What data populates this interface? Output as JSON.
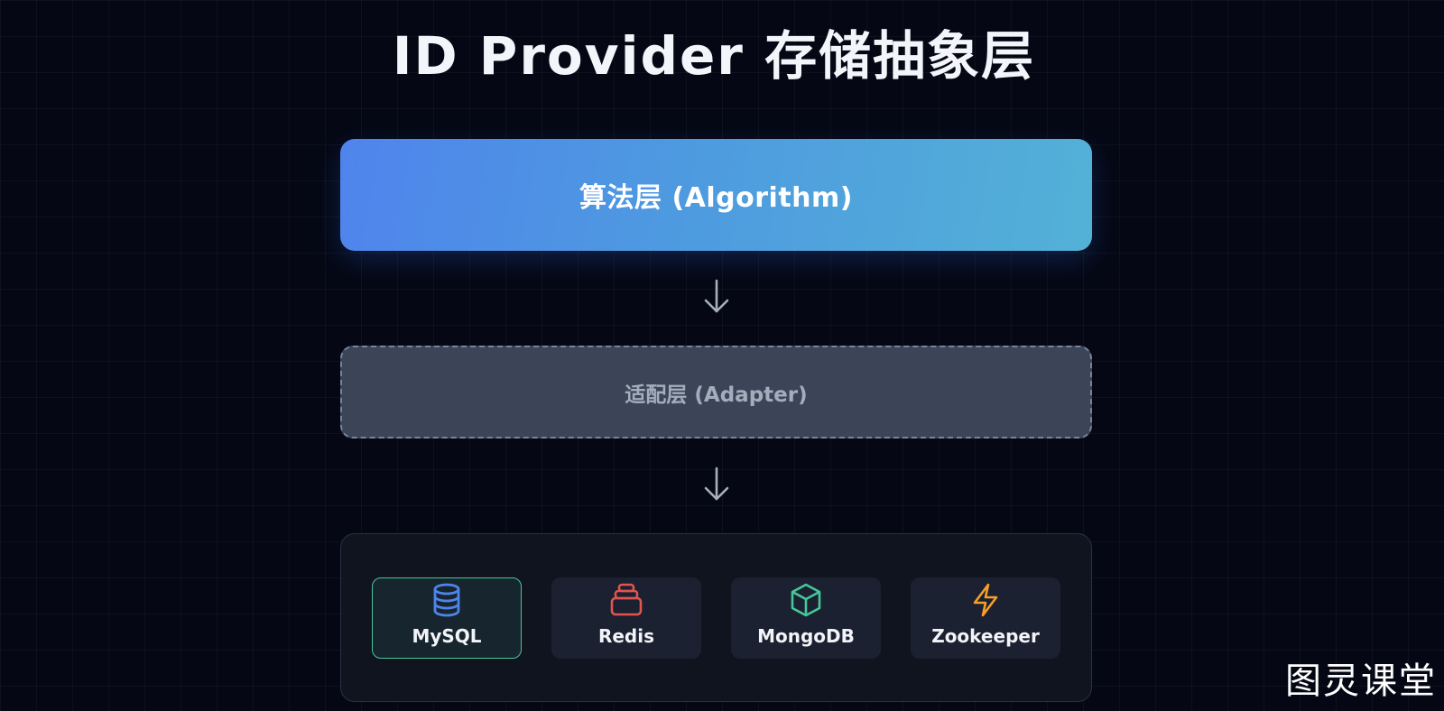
{
  "title": "ID Provider 存储抽象层",
  "layers": {
    "algorithm": "算法层 (Algorithm)",
    "adapter": "适配层 (Adapter)"
  },
  "storage": {
    "items": [
      {
        "name": "MySQL",
        "icon": "database-icon",
        "color": "#4f84ec",
        "active": true
      },
      {
        "name": "Redis",
        "icon": "redis-stack-icon",
        "color": "#e0554f"
      },
      {
        "name": "MongoDB",
        "icon": "cube-icon",
        "color": "#45c79a"
      },
      {
        "name": "Zookeeper",
        "icon": "lightning-icon",
        "color": "#f59e2b"
      }
    ]
  },
  "watermark": "图灵课堂"
}
